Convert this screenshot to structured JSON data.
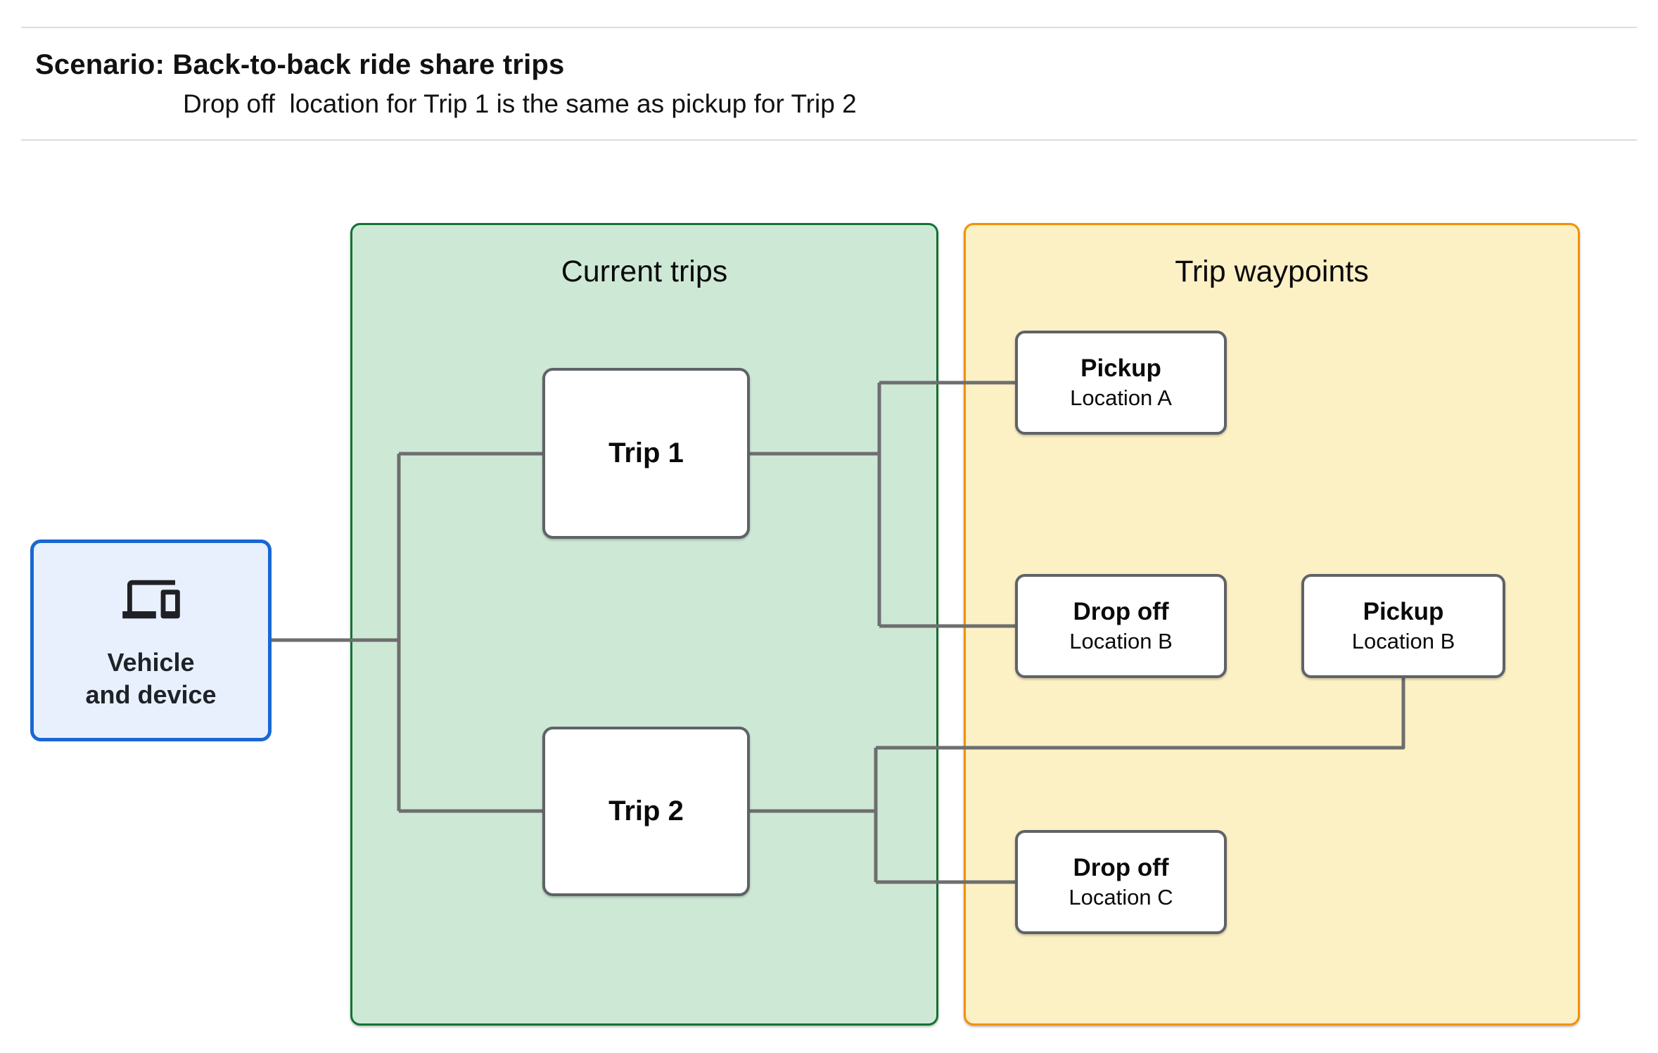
{
  "header": {
    "title": "Scenario: Back-to-back ride share trips",
    "subtitle": "Drop off  location for Trip 1 is the same as pickup for Trip 2"
  },
  "vehicle": {
    "icon": "devices-icon",
    "label_line1": "Vehicle",
    "label_line2": "and device"
  },
  "groups": {
    "current_trips": {
      "title": "Current trips",
      "items": [
        {
          "label": "Trip 1"
        },
        {
          "label": "Trip 2"
        }
      ]
    },
    "trip_waypoints": {
      "title": "Trip waypoints",
      "items": [
        {
          "title": "Pickup",
          "subtitle": "Location A"
        },
        {
          "title": "Drop off",
          "subtitle": "Location B"
        },
        {
          "title": "Pickup",
          "subtitle": "Location B"
        },
        {
          "title": "Drop off",
          "subtitle": "Location C"
        }
      ]
    }
  },
  "connections": [
    "Vehicle and device -> Trip 1",
    "Vehicle and device -> Trip 2",
    "Trip 1 -> Pickup Location A",
    "Trip 1 -> Drop off Location B",
    "Trip 2 -> Pickup Location B",
    "Trip 2 -> Drop off Location C"
  ],
  "colors": {
    "current_trips_fill": "#CEE8D6",
    "current_trips_border": "#137333",
    "trip_waypoints_fill": "#FCF0C5",
    "trip_waypoints_border": "#F29100",
    "vehicle_fill": "#E8F0FE",
    "vehicle_border": "#1967D2",
    "node_border": "#5F6368",
    "connector": "#6E6E6E",
    "divider": "#DADCE0",
    "text": "#111111"
  }
}
